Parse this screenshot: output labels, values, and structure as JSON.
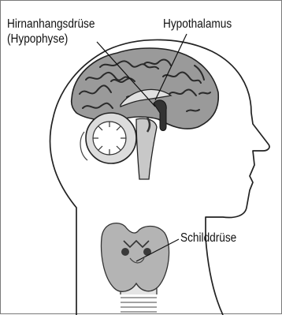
{
  "labels": {
    "pituitary_line1": "Hirnanhangsdrüse",
    "pituitary_line2": "(Hypophyse)",
    "hypothalamus": "Hypothalamus",
    "thyroid": "Schilddrüse"
  }
}
